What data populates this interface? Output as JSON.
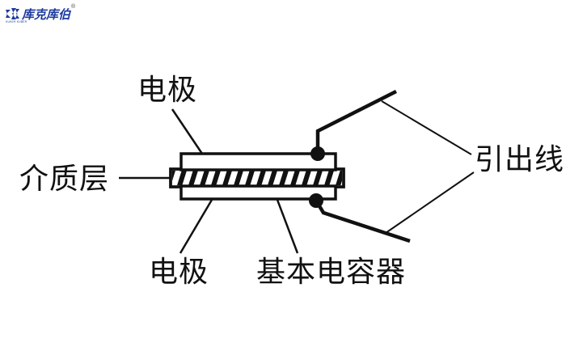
{
  "logo": {
    "brand": "库克库伯",
    "registered": "®",
    "subtext": "KUKER KUBER",
    "color": "#1b3a9e"
  },
  "diagram": {
    "labels": {
      "top_electrode": "电极",
      "dielectric_layer": "介质层",
      "bottom_electrode": "电极",
      "basic_capacitor": "基本电容器",
      "lead_wires": "引出线"
    },
    "colors": {
      "line": "#111111",
      "background": "#ffffff"
    }
  }
}
